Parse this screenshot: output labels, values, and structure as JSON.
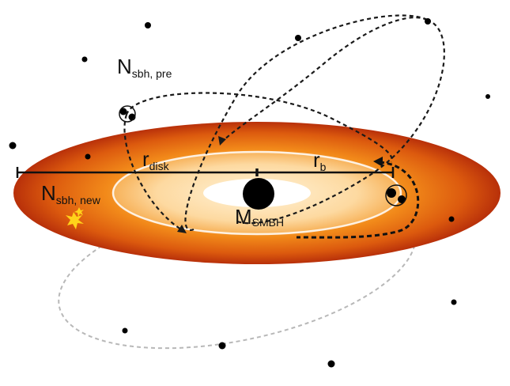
{
  "labels": {
    "n_pre": {
      "main": "N",
      "sub": "sbh, pre"
    },
    "n_now": {
      "main": "N",
      "sub": "sbh, new"
    },
    "r_disk": {
      "main": "r",
      "sub": "disk"
    },
    "r_b": {
      "main": "r",
      "sub": "b"
    },
    "m_smbh": {
      "main": "M",
      "sub": "SMBH"
    }
  },
  "colors": {
    "disk_outer": "#c0360a",
    "disk_mid": "#f28a1a",
    "disk_inner": "#fbd596",
    "inner_gap": "#ffffff",
    "smbh": "#000000",
    "orbit_dark": "#1a1a1a",
    "orbit_light": "#b8b8b8",
    "starburst": "#ffd21a"
  },
  "icons": {
    "stars": "black-dot",
    "binary": "binary-black-hole-icon",
    "star_formation": "starburst-icon"
  }
}
